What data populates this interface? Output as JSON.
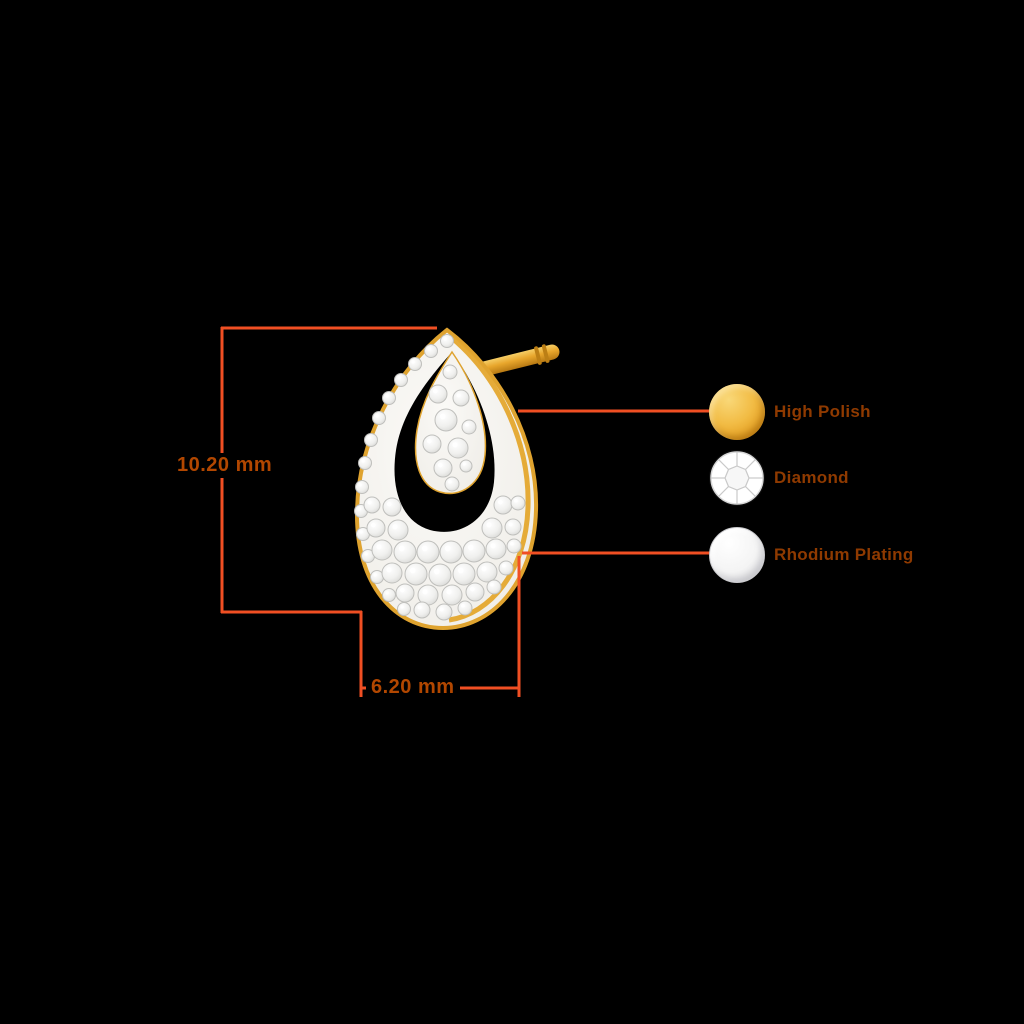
{
  "colors": {
    "background": "#000000",
    "dimension_line": "#F04F23",
    "dimension_text": "#B24700",
    "legend_text": "#8F3A00",
    "gold": "#E8A62C",
    "diamond_white": "#F5F4F0"
  },
  "dimensions": {
    "height": "10.20 mm",
    "width": "6.20 mm"
  },
  "legend": [
    {
      "label": "High Polish",
      "swatch": "gold-swatch"
    },
    {
      "label": "Diamond",
      "swatch": "diamond-icon"
    },
    {
      "label": "Rhodium Plating",
      "swatch": "rhodium-swatch"
    }
  ]
}
